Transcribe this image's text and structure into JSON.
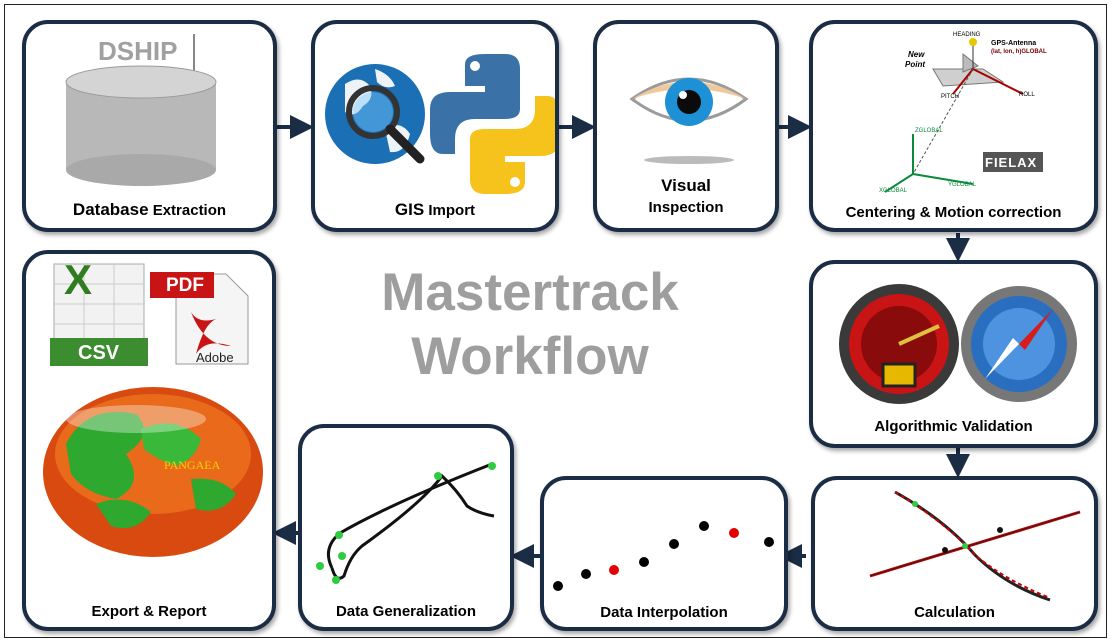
{
  "title": {
    "line1": "Mastertrack",
    "line2": "Workflow"
  },
  "steps": {
    "database": {
      "label_bold": "Database",
      "label_rest": " Extraction",
      "dship": "DSHIP"
    },
    "gis": {
      "label_bold": "GIS",
      "label_rest": " Import"
    },
    "visual": {
      "line1": "Visual",
      "line2": "Inspection"
    },
    "centering": {
      "label": "Centering & Motion correction",
      "annotations": {
        "heading": "HEADING",
        "gps": "GPS-Antenna",
        "gps_coords": "(lat, lon, h)GLOBAL",
        "new": "New",
        "point": "Point",
        "pitch": "PITCH",
        "roll": "ROLL",
        "z_global": "ZGLOBAL",
        "x_global": "XGLOBAL",
        "y_global": "YGLOBAL",
        "fielax": "FIELAX"
      }
    },
    "algorithmic": {
      "label": "Algorithmic Validation"
    },
    "calculation": {
      "label": "Calculation"
    },
    "interpolation": {
      "label": "Data Interpolation"
    },
    "generalization": {
      "label": "Data Generalization"
    },
    "export": {
      "label": "Export & Report",
      "csv": "CSV",
      "pdf": "PDF",
      "adobe": "Adobe",
      "pangaea": "PANGAEA"
    }
  },
  "colors": {
    "border": "#1b2c45",
    "title": "#9e9e9e",
    "arrow": "#1b2c45",
    "green_point": "#2ecc40",
    "red_point": "#e00000"
  },
  "icons": [
    "database-icon",
    "globe-icon",
    "python-icon",
    "eye-icon",
    "ship-axes-icon",
    "speedometer-icon",
    "compass-icon",
    "spreadsheet-icon",
    "pdf-icon",
    "pangaea-icon"
  ]
}
